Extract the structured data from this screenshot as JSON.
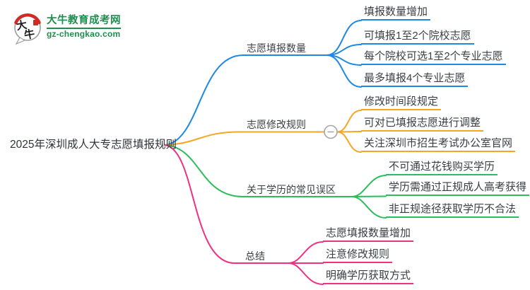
{
  "logo": {
    "bubble_char_1": "大",
    "bubble_char_2": "牛",
    "title": "大牛教育成考网",
    "domain": "gz-chengkao.com",
    "brand_green": "#1e8e4e",
    "seal_red": "#cf2b24"
  },
  "mindmap": {
    "root": "2025年深圳成人大专志愿填报规则",
    "text_color": "#3a3f45",
    "branches": [
      {
        "label": "志愿填报数量",
        "color": "#1e88e5",
        "children": [
          "填报数量增加",
          "可填报1至2个院校志愿",
          "每个院校可选1至2个专业志愿",
          "最多填报4个专业志愿"
        ]
      },
      {
        "label": "志愿修改规则",
        "color": "#f5a623",
        "children": [
          "修改时间段规定",
          "可对已填报志愿进行调整",
          "关注深圳市招生考试办公室官网"
        ]
      },
      {
        "label": "关于学历的常见误区",
        "color": "#2ebd5b",
        "children": [
          "不可通过花钱购买学历",
          "学历需通过正规成人高考获得",
          "非正规途径获取学历不合法"
        ]
      },
      {
        "label": "总结",
        "color": "#f0317f",
        "children": [
          "志愿填报数量增加",
          "注意修改规则",
          "明确学历获取方式"
        ]
      }
    ]
  }
}
